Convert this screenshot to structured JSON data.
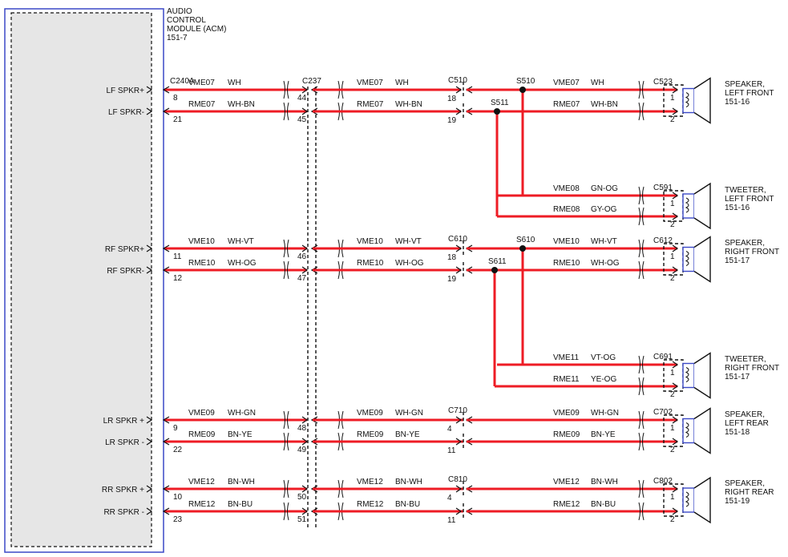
{
  "module": {
    "title_lines": [
      "AUDIO",
      "CONTROL",
      "MODULE (ACM)",
      "151-7"
    ],
    "colors": {
      "module_border": "#3b49c7",
      "module_fill": "#e6e6e6",
      "wire": "#ee1c25"
    }
  },
  "connectors": {
    "acm": "C240A",
    "inline": "C237"
  },
  "wires": [
    {
      "id": "lf-plus",
      "acm_label": "LF SPKR+",
      "acm_pin": "8",
      "c237_pin": "44",
      "circuit": "VME07",
      "color": "WH",
      "mid_connector": "C510",
      "mid_pin": "18",
      "splice": "S510",
      "dest_circuit": "VME07",
      "dest_color": "WH",
      "dest_connector": "C523",
      "dest_pin": "1"
    },
    {
      "id": "lf-minus",
      "acm_label": "LF SPKR-",
      "acm_pin": "21",
      "c237_pin": "45",
      "circuit": "RME07",
      "color": "WH-BN",
      "mid_connector": "",
      "mid_pin": "19",
      "splice": "S511",
      "dest_circuit": "RME07",
      "dest_color": "WH-BN",
      "dest_connector": "",
      "dest_pin": "2"
    },
    {
      "id": "lft-plus",
      "acm_label": "",
      "acm_pin": "",
      "c237_pin": "",
      "circuit": "",
      "color": "",
      "mid_connector": "",
      "mid_pin": "",
      "splice": "",
      "dest_circuit": "VME08",
      "dest_color": "GN-OG",
      "dest_connector": "C591",
      "dest_pin": "1"
    },
    {
      "id": "lft-minus",
      "acm_label": "",
      "acm_pin": "",
      "c237_pin": "",
      "circuit": "",
      "color": "",
      "mid_connector": "",
      "mid_pin": "",
      "splice": "",
      "dest_circuit": "RME08",
      "dest_color": "GY-OG",
      "dest_connector": "",
      "dest_pin": "2"
    },
    {
      "id": "rf-plus",
      "acm_label": "RF SPKR+",
      "acm_pin": "11",
      "c237_pin": "46",
      "circuit": "VME10",
      "color": "WH-VT",
      "mid_connector": "C610",
      "mid_pin": "18",
      "splice": "S610",
      "dest_circuit": "VME10",
      "dest_color": "WH-VT",
      "dest_connector": "C612",
      "dest_pin": "1"
    },
    {
      "id": "rf-minus",
      "acm_label": "RF SPKR-",
      "acm_pin": "12",
      "c237_pin": "47",
      "circuit": "RME10",
      "color": "WH-OG",
      "mid_connector": "",
      "mid_pin": "19",
      "splice": "S611",
      "dest_circuit": "RME10",
      "dest_color": "WH-OG",
      "dest_connector": "",
      "dest_pin": "2"
    },
    {
      "id": "rft-plus",
      "acm_label": "",
      "acm_pin": "",
      "c237_pin": "",
      "circuit": "",
      "color": "",
      "mid_connector": "",
      "mid_pin": "",
      "splice": "",
      "dest_circuit": "VME11",
      "dest_color": "VT-OG",
      "dest_connector": "C691",
      "dest_pin": "1"
    },
    {
      "id": "rft-minus",
      "acm_label": "",
      "acm_pin": "",
      "c237_pin": "",
      "circuit": "",
      "color": "",
      "mid_connector": "",
      "mid_pin": "",
      "splice": "",
      "dest_circuit": "RME11",
      "dest_color": "YE-OG",
      "dest_connector": "",
      "dest_pin": "2"
    },
    {
      "id": "lr-plus",
      "acm_label": "LR SPKR +",
      "acm_pin": "9",
      "c237_pin": "48",
      "circuit": "VME09",
      "color": "WH-GN",
      "mid_connector": "C710",
      "mid_pin": "4",
      "splice": "",
      "dest_circuit": "VME09",
      "dest_color": "WH-GN",
      "dest_connector": "C702",
      "dest_pin": "1"
    },
    {
      "id": "lr-minus",
      "acm_label": "LR SPKR -",
      "acm_pin": "22",
      "c237_pin": "49",
      "circuit": "RME09",
      "color": "BN-YE",
      "mid_connector": "",
      "mid_pin": "11",
      "splice": "",
      "dest_circuit": "RME09",
      "dest_color": "BN-YE",
      "dest_connector": "",
      "dest_pin": "2"
    },
    {
      "id": "rr-plus",
      "acm_label": "RR SPKR +",
      "acm_pin": "10",
      "c237_pin": "50",
      "circuit": "VME12",
      "color": "BN-WH",
      "mid_connector": "C810",
      "mid_pin": "4",
      "splice": "",
      "dest_circuit": "VME12",
      "dest_color": "BN-WH",
      "dest_connector": "C802",
      "dest_pin": "1"
    },
    {
      "id": "rr-minus",
      "acm_label": "RR SPKR -",
      "acm_pin": "23",
      "c237_pin": "51",
      "circuit": "RME12",
      "color": "BN-BU",
      "mid_connector": "",
      "mid_pin": "11",
      "splice": "",
      "dest_circuit": "RME12",
      "dest_color": "BN-BU",
      "dest_connector": "",
      "dest_pin": "2"
    }
  ],
  "speakers": [
    {
      "id": "lf-speaker",
      "lines": [
        "SPEAKER,",
        "LEFT FRONT",
        "151-16"
      ]
    },
    {
      "id": "lf-tweeter",
      "lines": [
        "TWEETER,",
        "LEFT FRONT",
        "151-16"
      ]
    },
    {
      "id": "rf-speaker",
      "lines": [
        "SPEAKER,",
        "RIGHT FRONT",
        "151-17"
      ]
    },
    {
      "id": "rf-tweeter",
      "lines": [
        "TWEETER,",
        "RIGHT FRONT",
        "151-17"
      ]
    },
    {
      "id": "lr-speaker",
      "lines": [
        "SPEAKER,",
        "LEFT REAR",
        "151-18"
      ]
    },
    {
      "id": "rr-speaker",
      "lines": [
        "SPEAKER,",
        "RIGHT REAR",
        "151-19"
      ]
    }
  ]
}
